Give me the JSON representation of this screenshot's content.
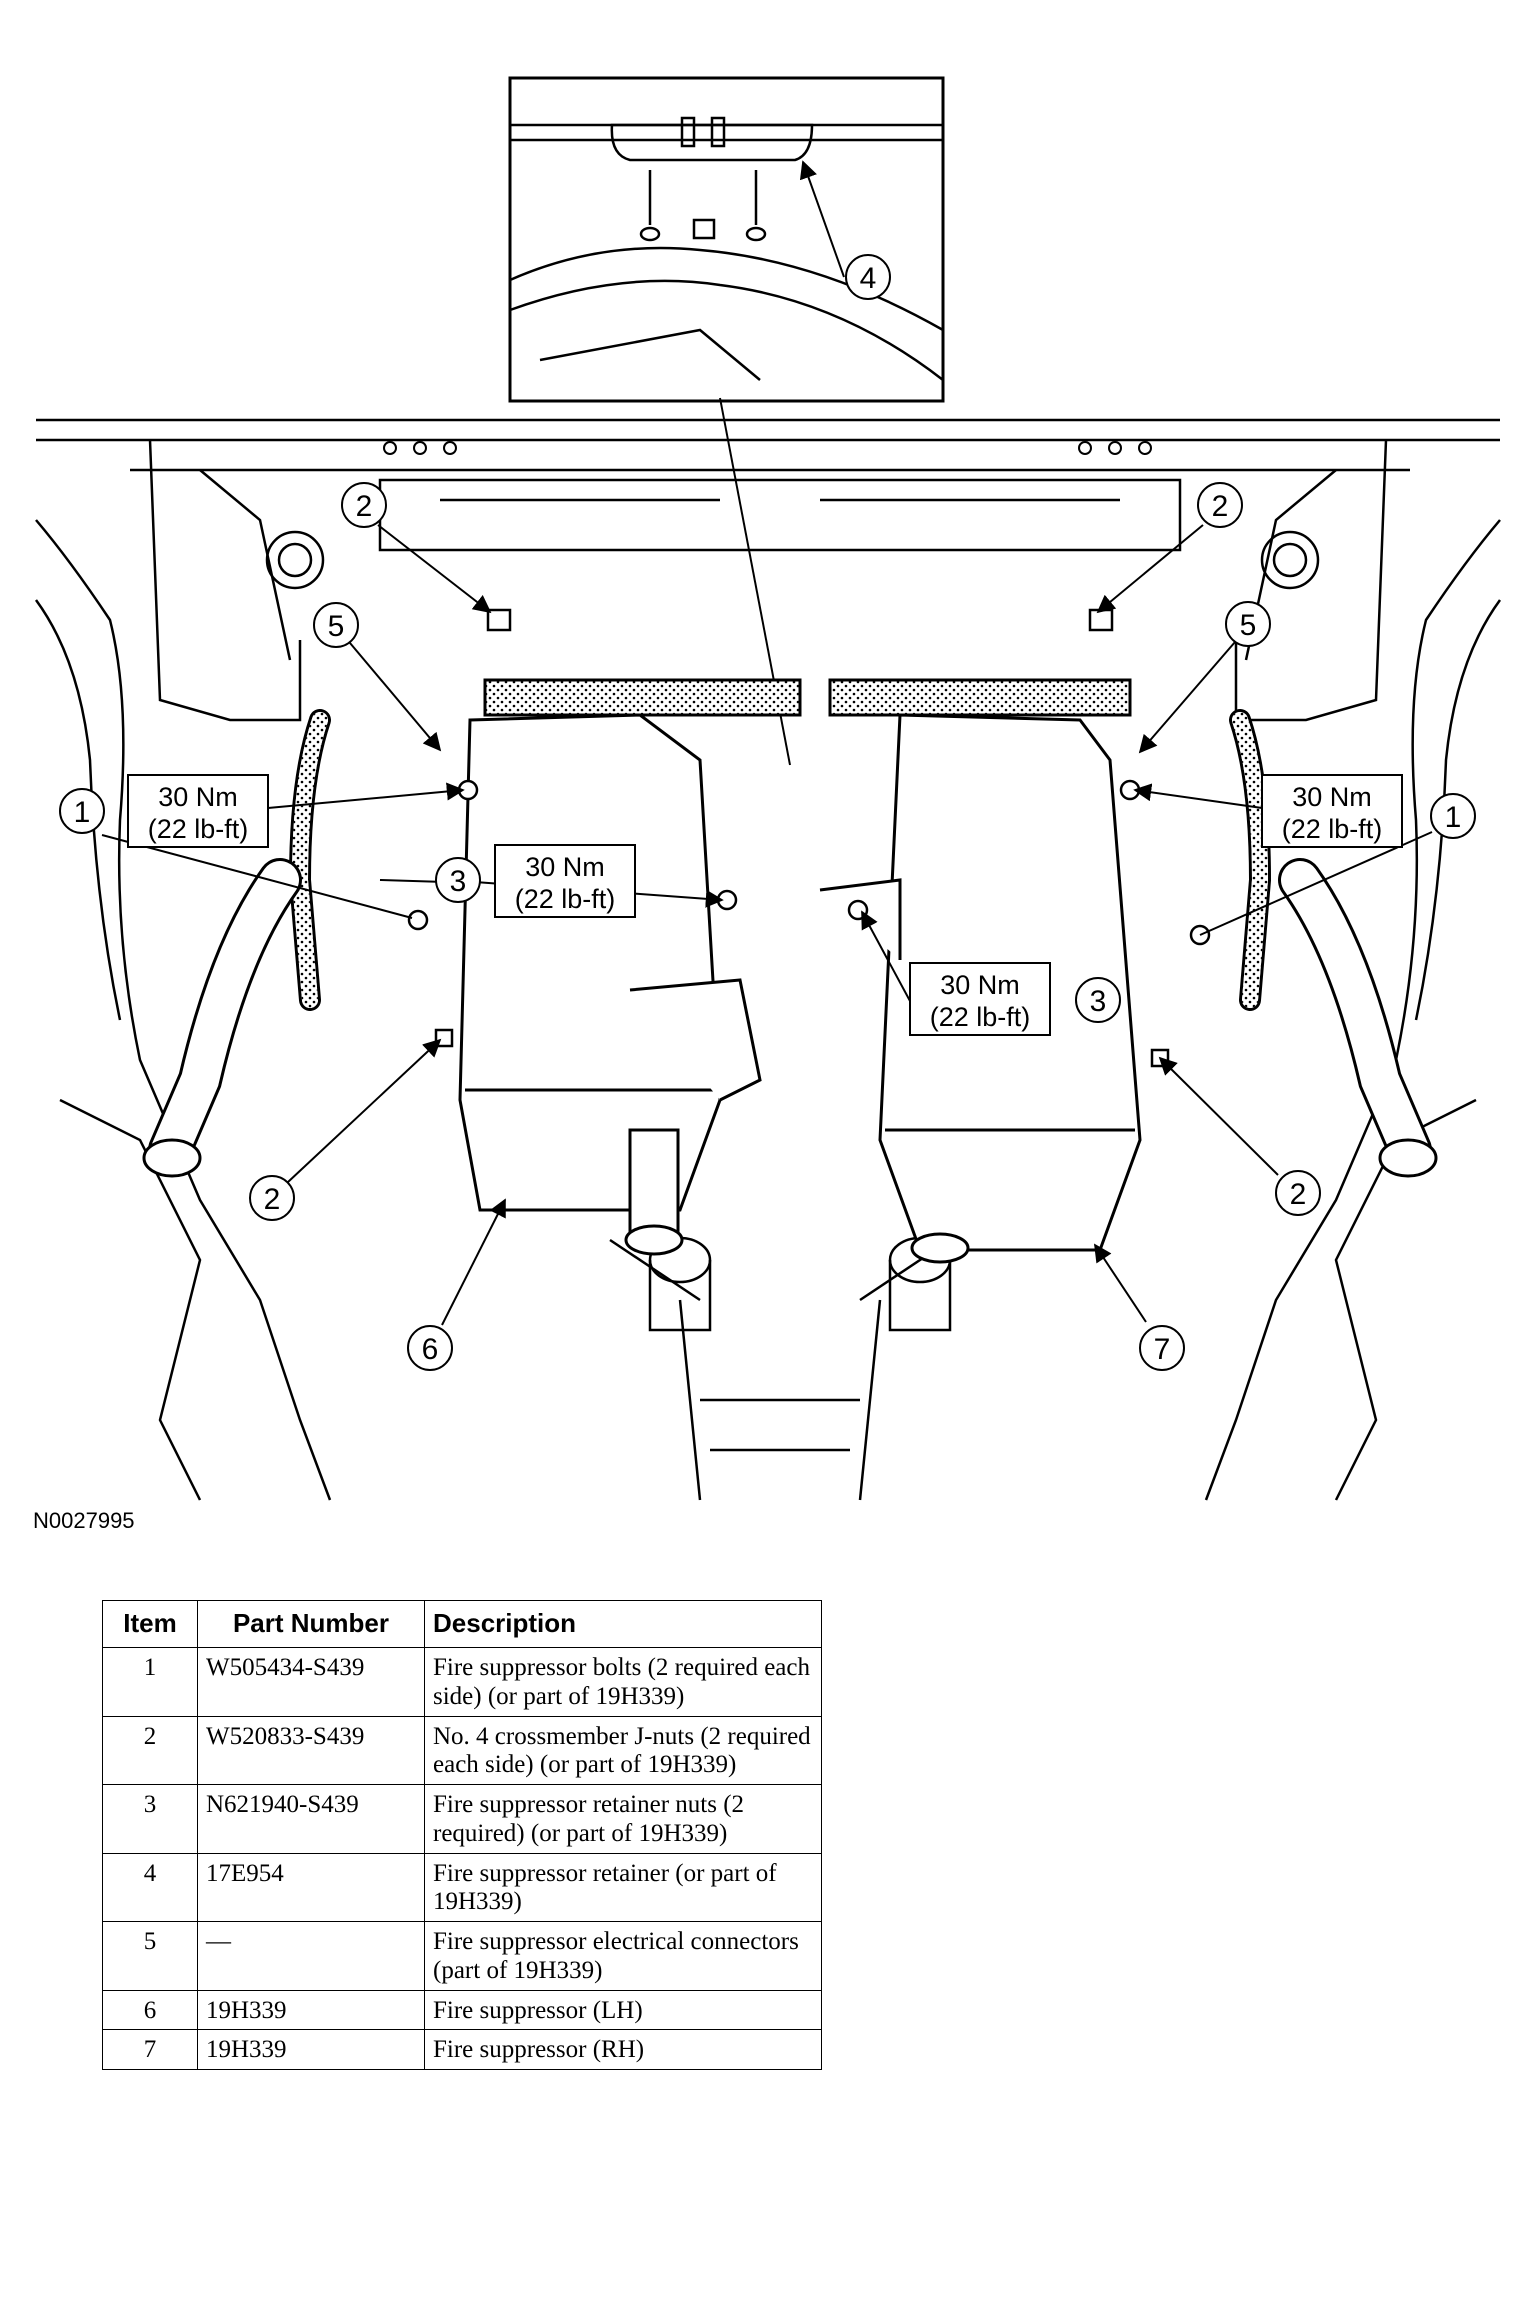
{
  "figure": {
    "id": "N0027995",
    "callouts": {
      "c1": "1",
      "c2": "2",
      "c3": "3",
      "c4": "4",
      "c5": "5",
      "c6": "6",
      "c7": "7"
    },
    "torque": {
      "nm": "30 Nm",
      "lbft": "(22 lb-ft)"
    }
  },
  "table": {
    "headers": {
      "item": "Item",
      "part_number": "Part Number",
      "description": "Description"
    },
    "rows": [
      {
        "item": "1",
        "part": "W505434-S439",
        "desc": "Fire suppressor bolts (2 required each side) (or part of 19H339)"
      },
      {
        "item": "2",
        "part": "W520833-S439",
        "desc": "No. 4 crossmember J-nuts (2 required each side) (or part of 19H339)"
      },
      {
        "item": "3",
        "part": "N621940-S439",
        "desc": "Fire suppressor retainer nuts (2 required) (or part of 19H339)"
      },
      {
        "item": "4",
        "part": "17E954",
        "desc": "Fire suppressor retainer (or part of 19H339)"
      },
      {
        "item": "5",
        "part": "—",
        "desc": "Fire suppressor electrical connectors (part of 19H339)"
      },
      {
        "item": "6",
        "part": "19H339",
        "desc": "Fire suppressor (LH)"
      },
      {
        "item": "7",
        "part": "19H339",
        "desc": "Fire suppressor (RH)"
      }
    ]
  }
}
